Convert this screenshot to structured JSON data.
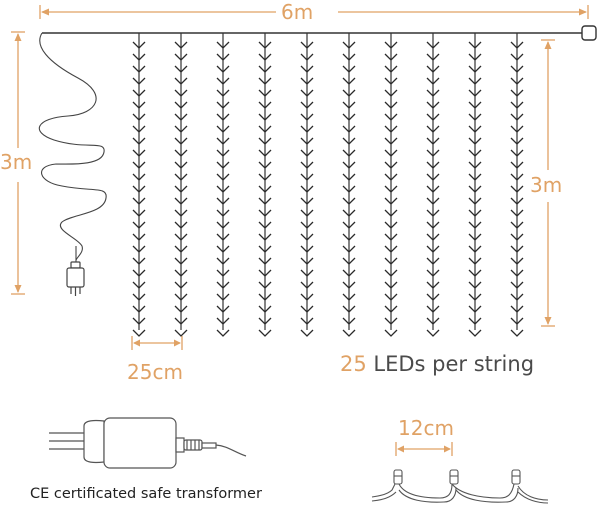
{
  "labels": {
    "width": "6m",
    "left_height": "3m",
    "right_height": "3m",
    "string_spacing": "25cm",
    "leds_count": "25",
    "leds_text": "LEDs per string",
    "led_spacing": "12cm",
    "transformer": "CE certificated safe transformer"
  },
  "colors": {
    "dimension": "#e0a265",
    "wire": "#333333",
    "text": "#4a4a4a"
  },
  "curtain": {
    "string_count": 10,
    "leds_per_string": 25
  }
}
